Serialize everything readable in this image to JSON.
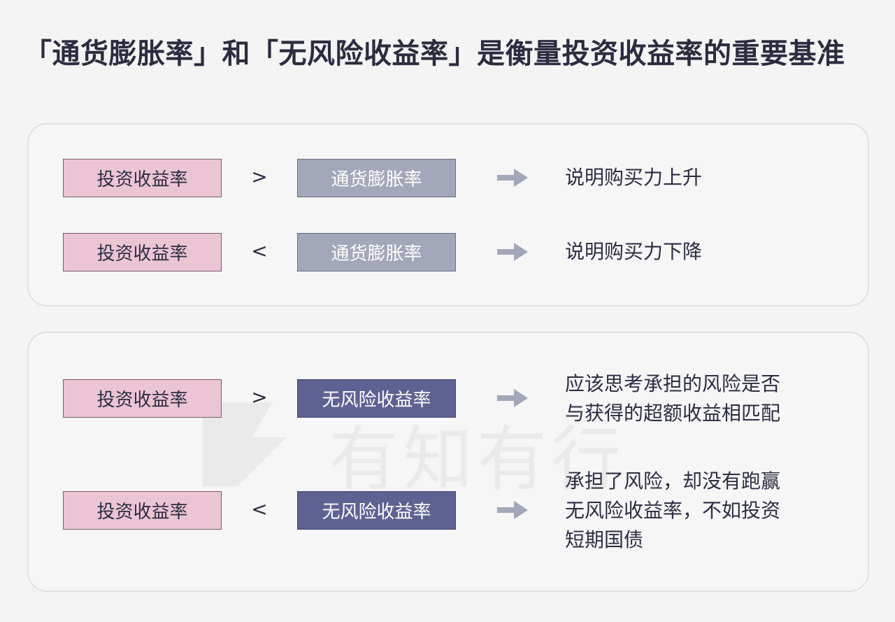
{
  "title": "「通货膨胀率」和「无风险收益率」是衡量投资收益率的重要基准",
  "watermark": {
    "text": "有知有行"
  },
  "colors": {
    "pink": "#ecc5d5",
    "grey": "#a3a7ba",
    "navy": "#5e6293",
    "arrow": "#a3a7ba",
    "text": "#2b2d42"
  },
  "rows": [
    {
      "left": "投资收益率",
      "op": ">",
      "right": "通货膨胀率",
      "result": [
        "说明购买力上升"
      ]
    },
    {
      "left": "投资收益率",
      "op": "<",
      "right": "通货膨胀率",
      "result": [
        "说明购买力下降"
      ]
    },
    {
      "left": "投资收益率",
      "op": ">",
      "right": "无风险收益率",
      "result": [
        "应该思考承担的风险是否",
        "与获得的超额收益相匹配"
      ]
    },
    {
      "left": "投资收益率",
      "op": "<",
      "right": "无风险收益率",
      "result": [
        "承担了风险，却没有跑赢",
        "无风险收益率，不如投资",
        "短期国债"
      ]
    }
  ]
}
